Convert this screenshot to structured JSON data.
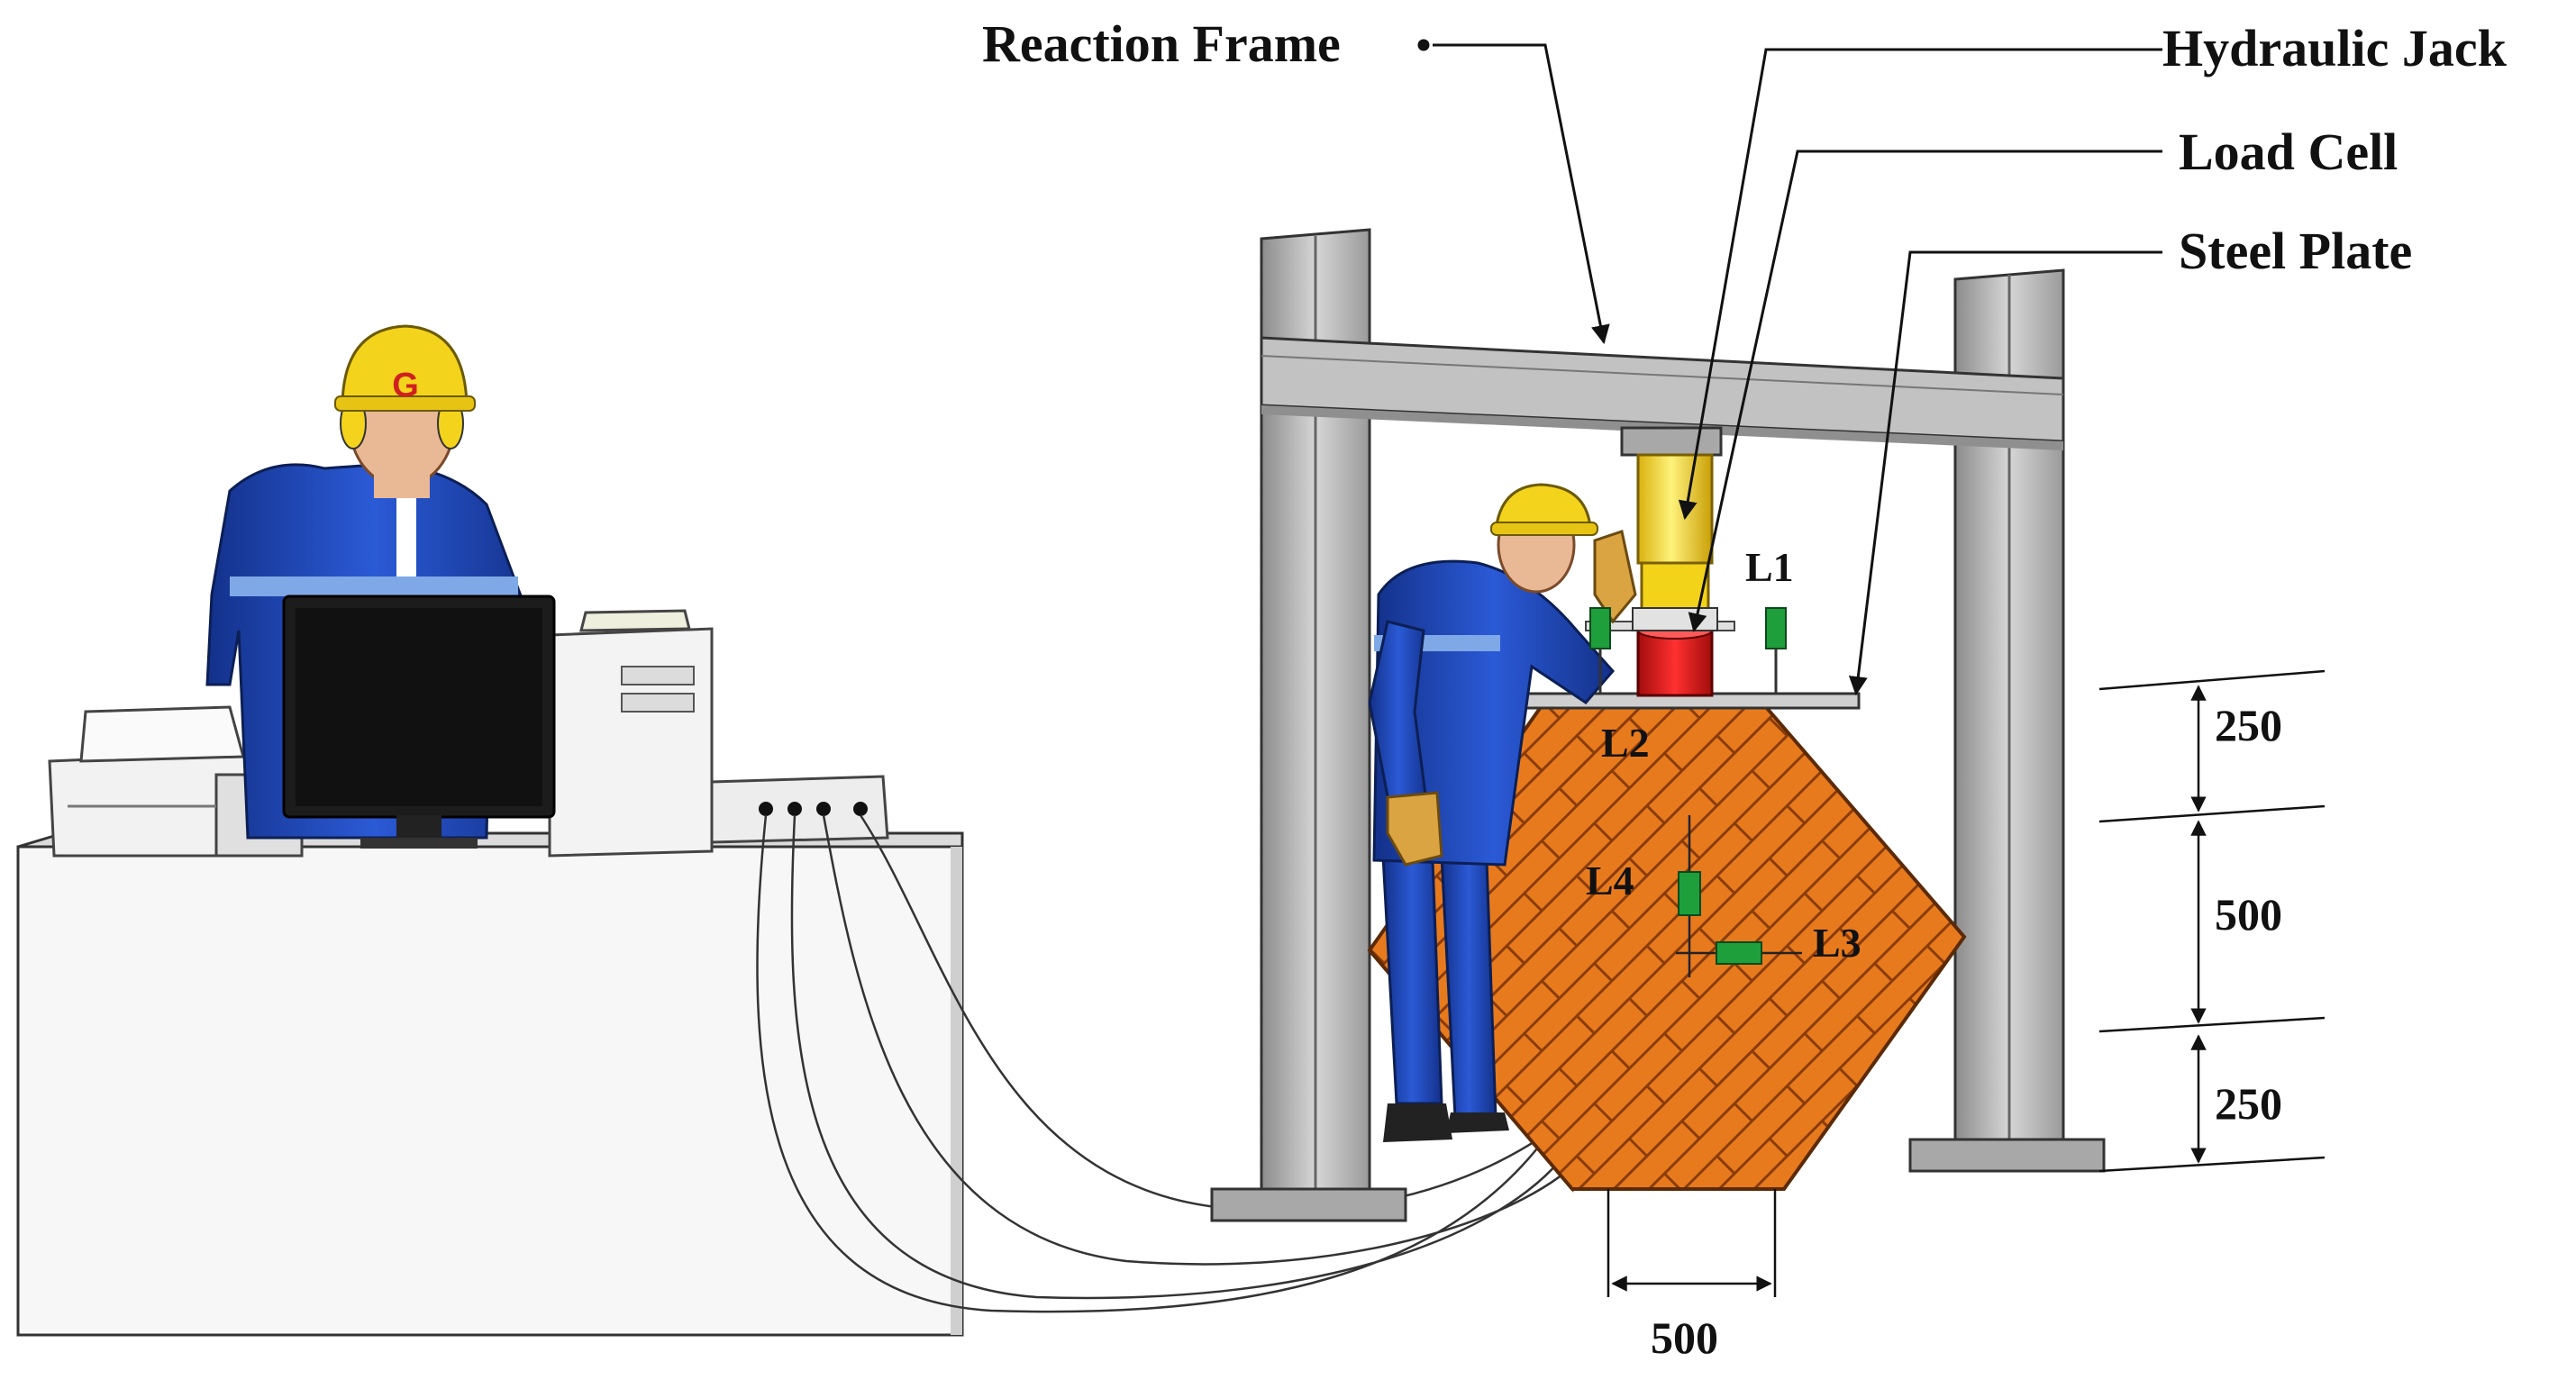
{
  "labels": {
    "reaction_frame": "Reaction Frame",
    "hydraulic_jack": "Hydraulic Jack",
    "load_cell": "Load Cell",
    "steel_plate": "Steel Plate"
  },
  "sensors": {
    "l1": "L1",
    "l2": "L2",
    "l3": "L3",
    "l4": "L4"
  },
  "dimensions": {
    "top": "250",
    "middle": "500",
    "bottom": "250",
    "base_width": "500"
  },
  "helmet_letter": "G",
  "colors": {
    "specimen": "#e87a1e",
    "frame": "#b9b9b9",
    "jack": "#f3d21a",
    "load_cell": "#e01818",
    "worker_suit": "#1f47b8",
    "helmet": "#f4d31c",
    "lvdt": "#1f9e3c"
  }
}
